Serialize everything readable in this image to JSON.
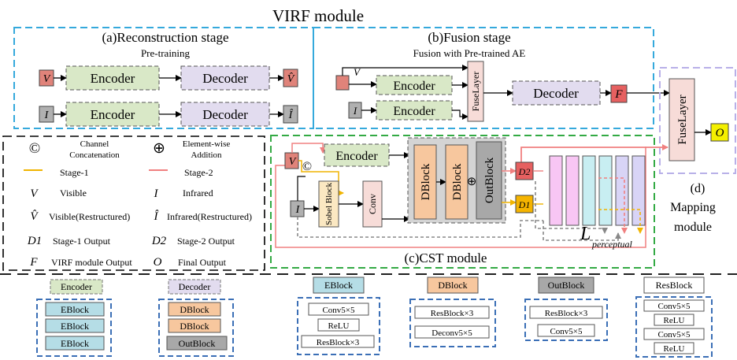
{
  "title": "VIRF module",
  "reconstruction": {
    "title": "(a)Reconstruction stage",
    "subtitle": "Pre-training",
    "encoder": "Encoder",
    "decoder": "Decoder",
    "in_v": "V",
    "in_i": "I",
    "out_v": "V̂",
    "out_i": "Î"
  },
  "fusion": {
    "title": "(b)Fusion stage",
    "subtitle": "Fusion with Pre-trained AE",
    "encoder": "Encoder",
    "decoder": "Decoder",
    "fuselayer": "FuseLayer",
    "in_v": "V",
    "in_i": "I",
    "out_f": "F"
  },
  "mapping": {
    "fuselayer": "FuseLayer",
    "out": "O",
    "label_d": "(d)",
    "label_mapping": "Mapping",
    "label_module": "module"
  },
  "cst": {
    "title": "(c)CST module",
    "encoder": "Encoder",
    "in_v": "V",
    "in_i": "I",
    "concat_symbol": "©",
    "sobel": "Sobel Block",
    "conv": "Conv",
    "dblock1": "DBlock",
    "dblock2": "DBlock",
    "outblock": "OutBlock",
    "add_symbol": "⊕",
    "d2": "D2",
    "d1": "D1",
    "loss": "L",
    "loss_sub": "perceptual"
  },
  "legend": {
    "concat_symbol": "©",
    "concat_1": "Channel",
    "concat_2": "Concatenation",
    "add_symbol": "⊕",
    "add_1": "Element-wise",
    "add_2": "Addition",
    "stage1": "Stage-1",
    "stage2": "Stage-2",
    "v_sym": "V",
    "v_txt": "Visible",
    "i_sym": "I",
    "i_txt": "Infrared",
    "vh_sym": "V̂",
    "vh_txt": "Visible(Restructured)",
    "ih_sym": "Î",
    "ih_txt": "Infrared(Restructured)",
    "d1_sym": "D1",
    "d1_txt": "Stage-1 Output",
    "d2_sym": "D2",
    "d2_txt": "Stage-2 Output",
    "f_sym": "F",
    "f_txt": "VIRF module Output",
    "o_sym": "O",
    "o_txt": "Final Output"
  },
  "components": {
    "encoder": {
      "name": "Encoder",
      "items": [
        "EBlock",
        "EBlock",
        "EBlock"
      ]
    },
    "decoder": {
      "name": "Decoder",
      "items": [
        "DBlock",
        "DBlock",
        "OutBlock"
      ]
    },
    "eblock": {
      "name": "EBlock",
      "items": [
        "Conv5×5",
        "ReLU",
        "ResBlock×3"
      ]
    },
    "dblock": {
      "name": "DBlock",
      "items": [
        "ResBlock×3",
        "Deconv5×5"
      ]
    },
    "outblock": {
      "name": "OutBlock",
      "items": [
        "ResBlock×3",
        "Conv5×5"
      ]
    },
    "resblock": {
      "name": "ResBlock",
      "items": [
        "Conv5×5",
        "ReLU",
        "Conv5×5",
        "ReLU"
      ]
    }
  },
  "colors": {
    "blue_dash": "#35a9dc",
    "green_dash": "#33aa44",
    "purple_dash": "#b8b0e8",
    "encoder_fill": "#d9e8c7",
    "decoder_fill": "#e2dcef",
    "v_fill": "#e0837a",
    "i_fill": "#b0b0b0",
    "dblock_fill": "#f7c79e",
    "outblock_fill": "#a8a8a8",
    "eblock_fill": "#b5dde6",
    "fuse_fill": "#f7dcd8",
    "o_fill": "#f4f000",
    "d1_fill": "#f5b400",
    "d2_fill": "#e66060",
    "stage1": "#f0b400",
    "stage2": "#f08080",
    "comp_blue": "#3b6fb6"
  }
}
